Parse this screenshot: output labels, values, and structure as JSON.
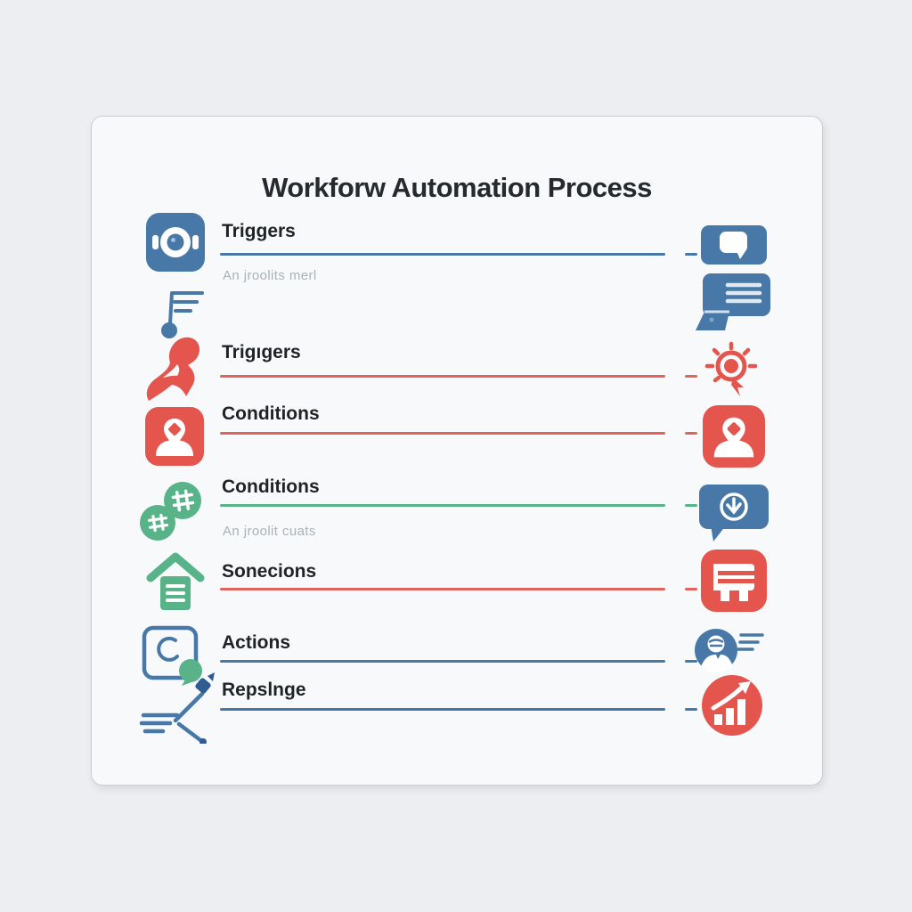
{
  "title": "Workforw Automation Process",
  "palette": {
    "blue": "#4878a8",
    "red": "#e4554d",
    "green": "#58b388",
    "line_blue": "#4878a8",
    "line_red": "#e0655e",
    "line_green": "#58b388",
    "card_background": "#f7f9fa",
    "page_background": "#eceef1",
    "card_border": "#c9ced6",
    "label_text": "#1f2226",
    "subtitle_text": "#a9b1b9",
    "title_text": "#26292d"
  },
  "rows": [
    {
      "label": "Triggers",
      "subtitle": "An jroolits merl",
      "line_color": "#4878a8"
    },
    {
      "label": "Trigıgers",
      "line_color": "#e0655e"
    },
    {
      "label": "Conditions",
      "line_color": "#e0655e"
    },
    {
      "label": "Conditions",
      "subtitle": "An jroolit cuats",
      "line_color": "#58b388"
    },
    {
      "label": "Sonecions",
      "line_color": "#e0655e"
    },
    {
      "label": "Actions",
      "line_color": "#4878a8"
    },
    {
      "label": "Repslnge",
      "line_color": "#4878a8"
    }
  ],
  "left_icons": [
    "camera-app-icon",
    "flag-note-icon",
    "person-icon",
    "map-pin-app-icon",
    "hashtag-circles-icon",
    "home-list-icon",
    "refresh-square-icon",
    "branch-pin-icon"
  ],
  "right_icons": [
    "chat-screen-icon",
    "message-laptop-icon",
    "search-award-icon",
    "map-pin-app-icon",
    "check-bubble-icon",
    "storefront-icon",
    "avatar-lines-icon",
    "growth-chart-icon"
  ]
}
